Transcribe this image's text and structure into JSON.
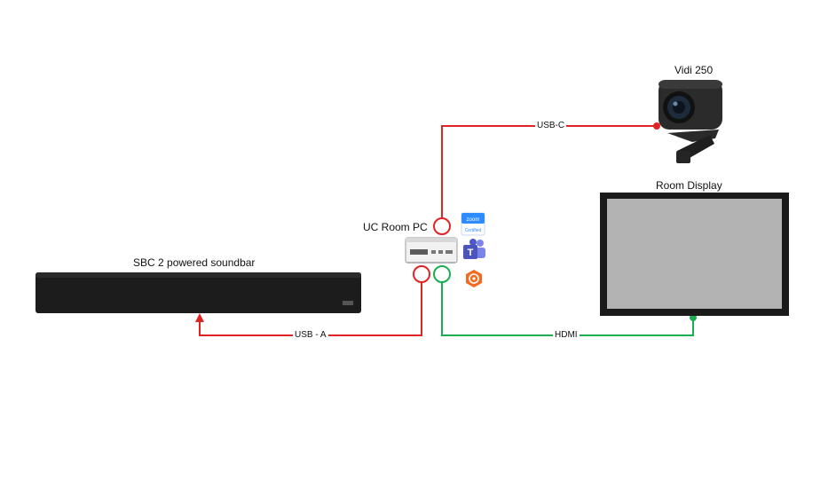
{
  "devices": {
    "camera": {
      "label": "Vidi 250"
    },
    "display": {
      "label": "Room Display"
    },
    "pc": {
      "label": "UC Room PC"
    },
    "soundbar": {
      "label": "SBC 2 powered soundbar"
    }
  },
  "connections": {
    "usb_c": {
      "label": "USB-C",
      "color": "#e02424"
    },
    "usb_a": {
      "label": "USB - A",
      "color": "#e02424"
    },
    "hdmi": {
      "label": "HDMI",
      "color": "#1aae50"
    }
  },
  "badges": {
    "zoom": {
      "line1": "zoom",
      "line2": "Certified"
    }
  },
  "icons": [
    "zoom-certified-icon",
    "teams-icon",
    "webex-icon"
  ]
}
